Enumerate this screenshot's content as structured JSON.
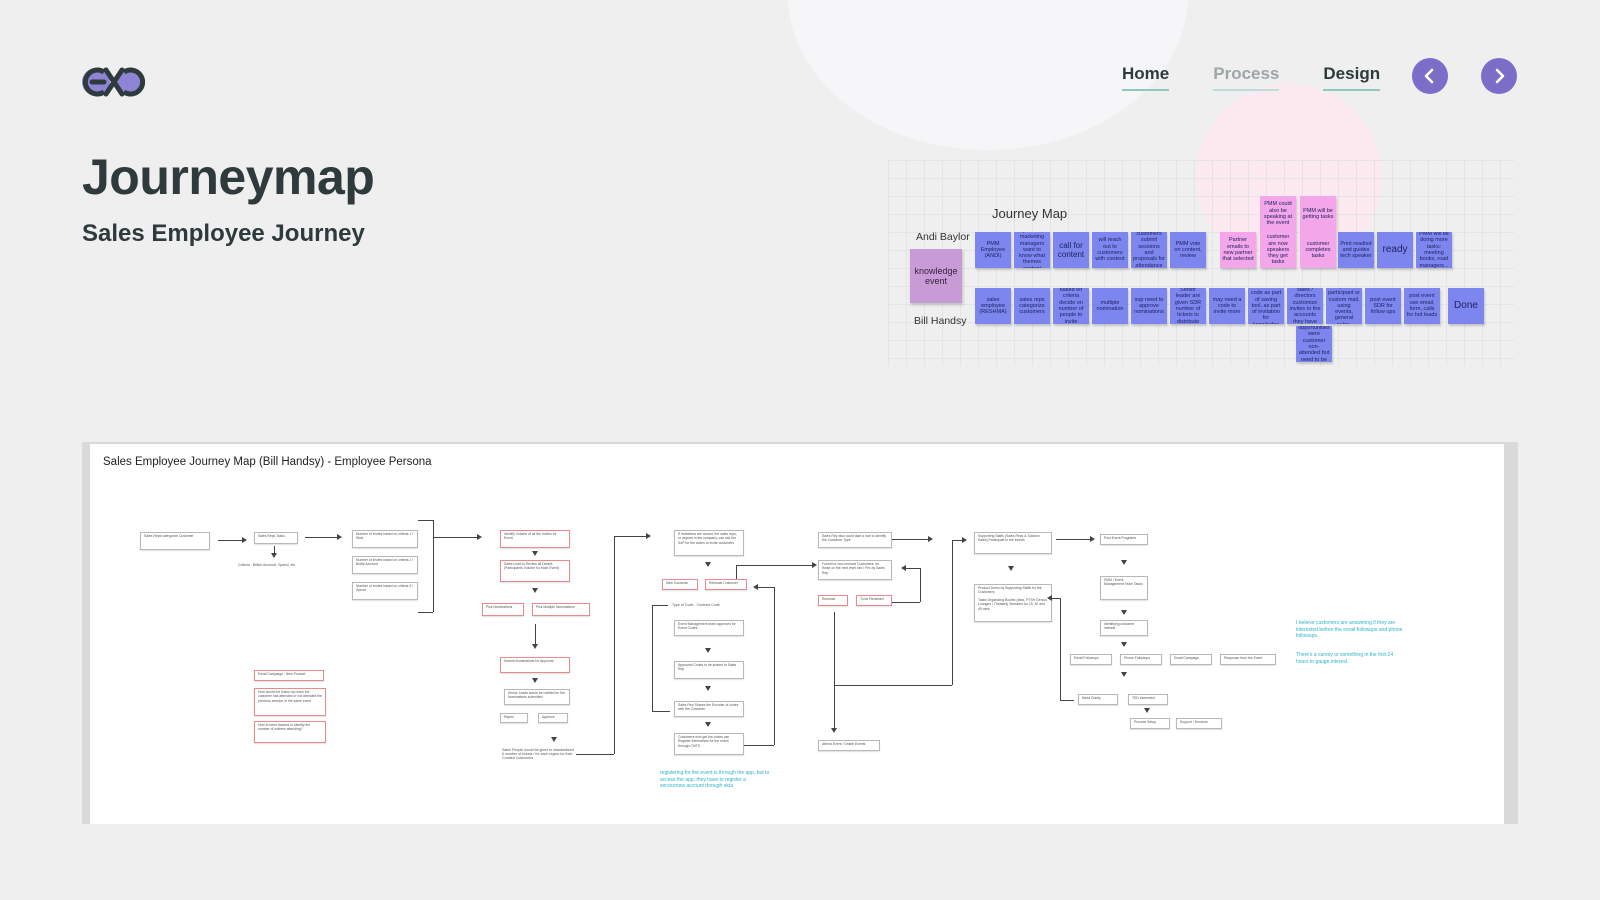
{
  "nav": {
    "items": [
      {
        "label": "Home",
        "active": true
      },
      {
        "label": "Process",
        "active": false
      },
      {
        "label": "Design",
        "active": true
      }
    ]
  },
  "page": {
    "title": "Journeymap",
    "subtitle": "Sales Employee Journey"
  },
  "journey_map": {
    "title": "Journey Map",
    "persona_1": "Andi Baylor",
    "persona_2": "Bill Handsy",
    "knowledge_sticky": "knowledge event",
    "row1": [
      "PMM Employee (ANDI)",
      "product marketing managers want to know what themes content",
      "call for content",
      "will reach out to customers with content",
      "customers submit sessions and proposals for attendance",
      "PMM vote on content, review",
      "Partner emails to new partner that selected",
      "customer are now speakers they get tasks",
      "customer completes tasks",
      "Print readied and guides tech speaker",
      "ready",
      "PMM will be doing more tasks: meeting books, road managers..."
    ],
    "pink_top": [
      "PMM could also be speaking at the event",
      "PMM will be getting tasks"
    ],
    "row2": [
      "sales employee (RESHMA)",
      "sales reps categorize customers",
      "based on criteria decide on number of people to invite",
      "multiple nomination",
      "sup need to approve nominations",
      "Senior leader are given SDR number of tickets to distribute",
      "may need a code to invite more",
      "Contact code as part of saving tool, as part of invitation for knowledge",
      "sales / directors customize invites to the accounts they have",
      "Invite code per participant or custom mail, using events, general sales, demo...",
      "post event SDR for follow ups",
      "post event use email, form, calls for hot leads",
      "Done"
    ],
    "extra_sticky": "If sent opportunities were customer non-attended but need to be updated"
  },
  "flow": {
    "title": "Sales Employee Journey Map (Bill Handsy) - Employee Persona",
    "boxes": {
      "b1": "Sales Reps categorize Customer",
      "b2": "Sales Reps Tasks",
      "b2note": "Criteria - Billion Account, Spend, etc",
      "b3a": "Number of invites based on criteria 1 / Strat",
      "b3b": "Number of invites based on criteria 2 / Bottle Account",
      "b3c": "Number of invites based on criteria 3 / Spend",
      "b4a": "Identify Volume of all the Invites for Event",
      "b4b": "Sales Lead to Review all Details (Participants Volume for each Event)",
      "b4c": "Pick Nominations",
      "b4d": "Pick Multiple Nominations",
      "b4e": "Submit Nominations for Approval",
      "b4f": "Senior Leads would be notified for the Nominations submitted",
      "b4g": "Reject",
      "b4h": "Approve",
      "b4i": "Sales People would be given to standardized # number of tickets / for each region for their Curated Customers",
      "b5a": "Email Campaign - New Product",
      "b5b": "How would the Sales rep track the customer has attended or not attended the previous session of the same event",
      "b5c": "How to been tracked to identify the number of invitees attending?",
      "b6a": "If Invitations are closed, the sales reps, or anyone in the company, can ask the SoP for the codes to invite customers",
      "b6b": "New Customer",
      "b6c": "Renewal Customer",
      "b6d": "Type of Code - Contract Code",
      "b6e": "Event Management team approves for Event Codes",
      "b6f": "Approved Codes to be shared to Sales Rep",
      "b6g": "Sales Rep Shares the Encoder of codes with the Customer",
      "b6h": "Customers who get the codes can Register themselves for the event through CMTS",
      "b6note": "registering for the event is through the app, but to access the app, they have to register a servicenow account through okta",
      "b7a": "Sales Rep also could take a role to identify the Customer Type",
      "b7b": "Found for non-renewal Customers: do those on the next level info / Pre-by Sales Rep",
      "b7c": "Renewal",
      "b7d": "To be Renewed",
      "b7e": "Attend Event / Onsite Events",
      "b8a": "Supporting Staffs (Sales Reps & Solution Sales) Participate in the events",
      "b8b": "Product Demo by Supporting Staffs for the Customers",
      "b8c": "Tasks Organizing Booths (Idea, PTSH Genius Lounges / Theaters) Sessions for 15, 30 and 45 mins",
      "b9a": "Post Event Programs",
      "b9b": "PMM / Event Management Team Tasks",
      "b9c": "Identifying customer interest",
      "b9d": "Email Followups",
      "b9e": "Phone Followups",
      "b9f": "Email Campaign",
      "b9g": "Response from the Event",
      "b9h": "Need Clarity",
      "b9i": "TED Interested",
      "b9j": "Process Setup",
      "b9k": "Support / Services"
    },
    "note_1": "I believe customers are answering if they are interested before the email followups and phone followups.",
    "note_2": "There's a survey or something in the first 24 hours to gauge interest."
  },
  "colors": {
    "accent_purple": "#7c6dc9",
    "sticky_blue": "#7d86ee",
    "sticky_pink": "#f4a6ea",
    "nav_underline": "#8fc8bf"
  }
}
